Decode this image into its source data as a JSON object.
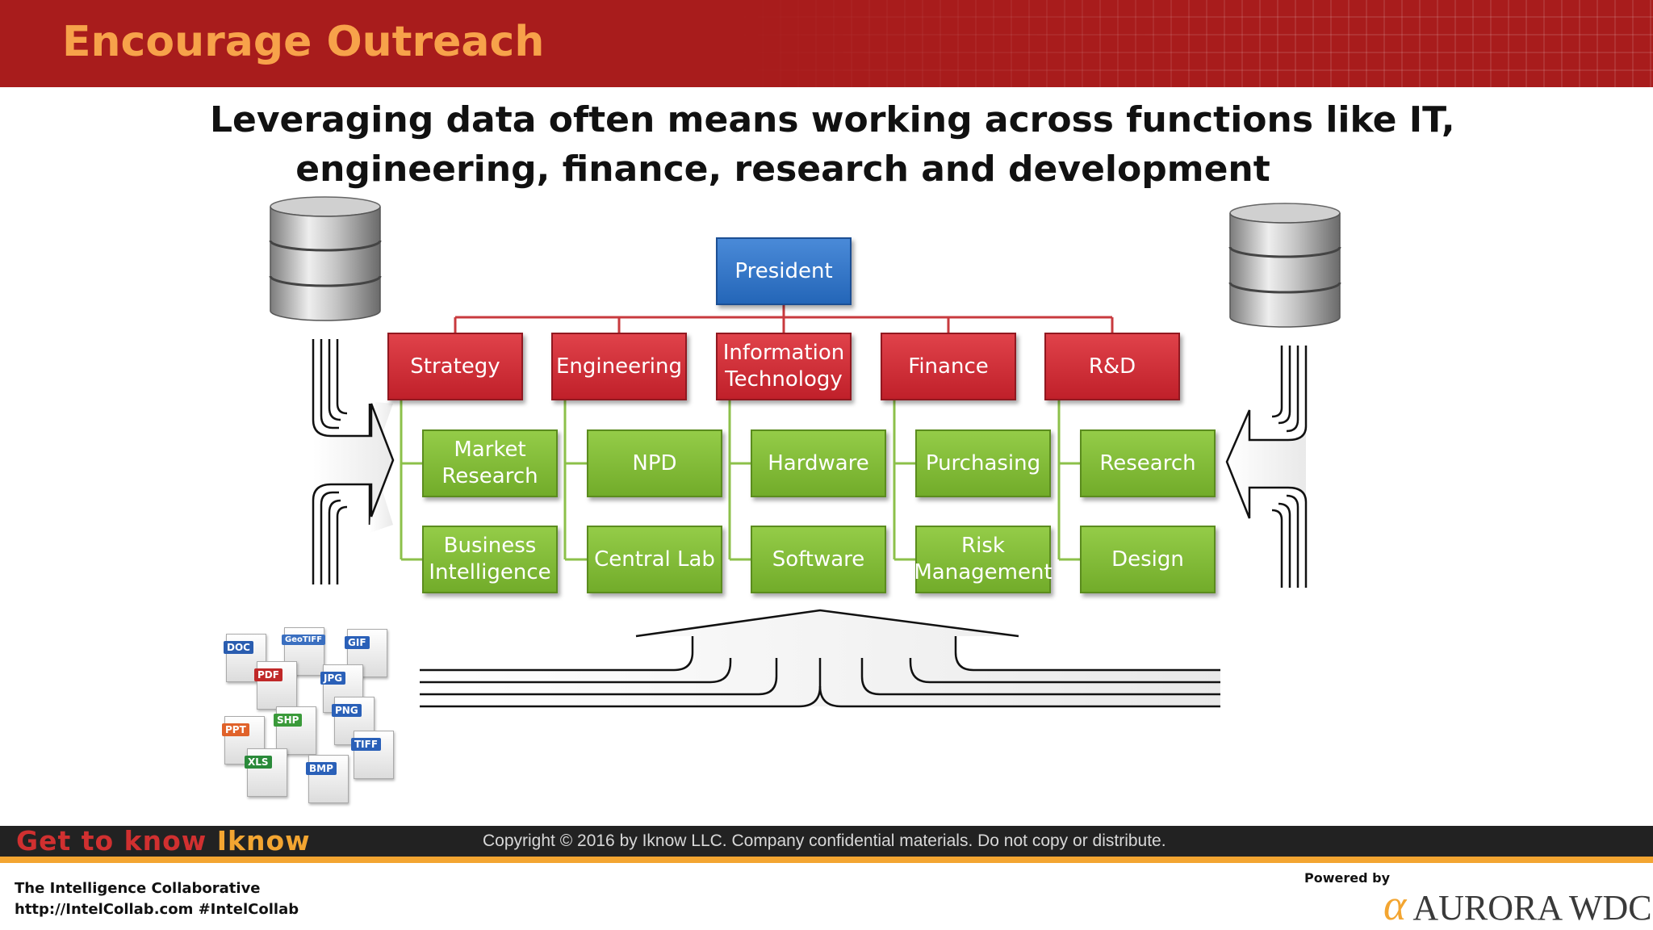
{
  "header": {
    "title": "Encourage Outreach"
  },
  "subtitle": {
    "line1": "Leveraging data often means working across functions like IT,",
    "line2": "engineering, finance, research and development"
  },
  "org_chart": {
    "root": "President",
    "departments": [
      {
        "label": "Strategy",
        "children": [
          "Market Research",
          "Business Intelligence"
        ]
      },
      {
        "label": "Engineering",
        "children": [
          "NPD",
          "Central Lab"
        ]
      },
      {
        "label": "Information Technology",
        "children": [
          "Hardware",
          "Software"
        ]
      },
      {
        "label": "Finance",
        "children": [
          "Purchasing",
          "Risk Management"
        ]
      },
      {
        "label": "R&D",
        "children": [
          "Research",
          "Design"
        ]
      }
    ]
  },
  "file_types": [
    "DOC",
    "GeoTIFF",
    "GIF",
    "PDF",
    "JPG",
    "PNG",
    "PPT",
    "SHP",
    "TIFF",
    "XLS",
    "BMP"
  ],
  "footer": {
    "brand_part1": "Get to know ",
    "brand_part2": "Iknow",
    "copyright": "Copyright © 2016 by Iknow LLC. Company confidential materials. Do not copy or distribute.",
    "org_name": "The Intelligence Collaborative",
    "org_url": "http://IntelCollab.com #IntelCollab",
    "powered_by": "Powered by",
    "logo_symbol": "α",
    "logo_text": "AURORA WDC"
  },
  "colors": {
    "header_red": "#a81c1c",
    "title_orange": "#f7a24a",
    "box_blue": "#2e72c4",
    "box_red": "#d0303a",
    "box_green": "#82bc36",
    "connector_red": "#c83a3e",
    "connector_green": "#8cc04a",
    "footer_orange": "#f3a531"
  }
}
